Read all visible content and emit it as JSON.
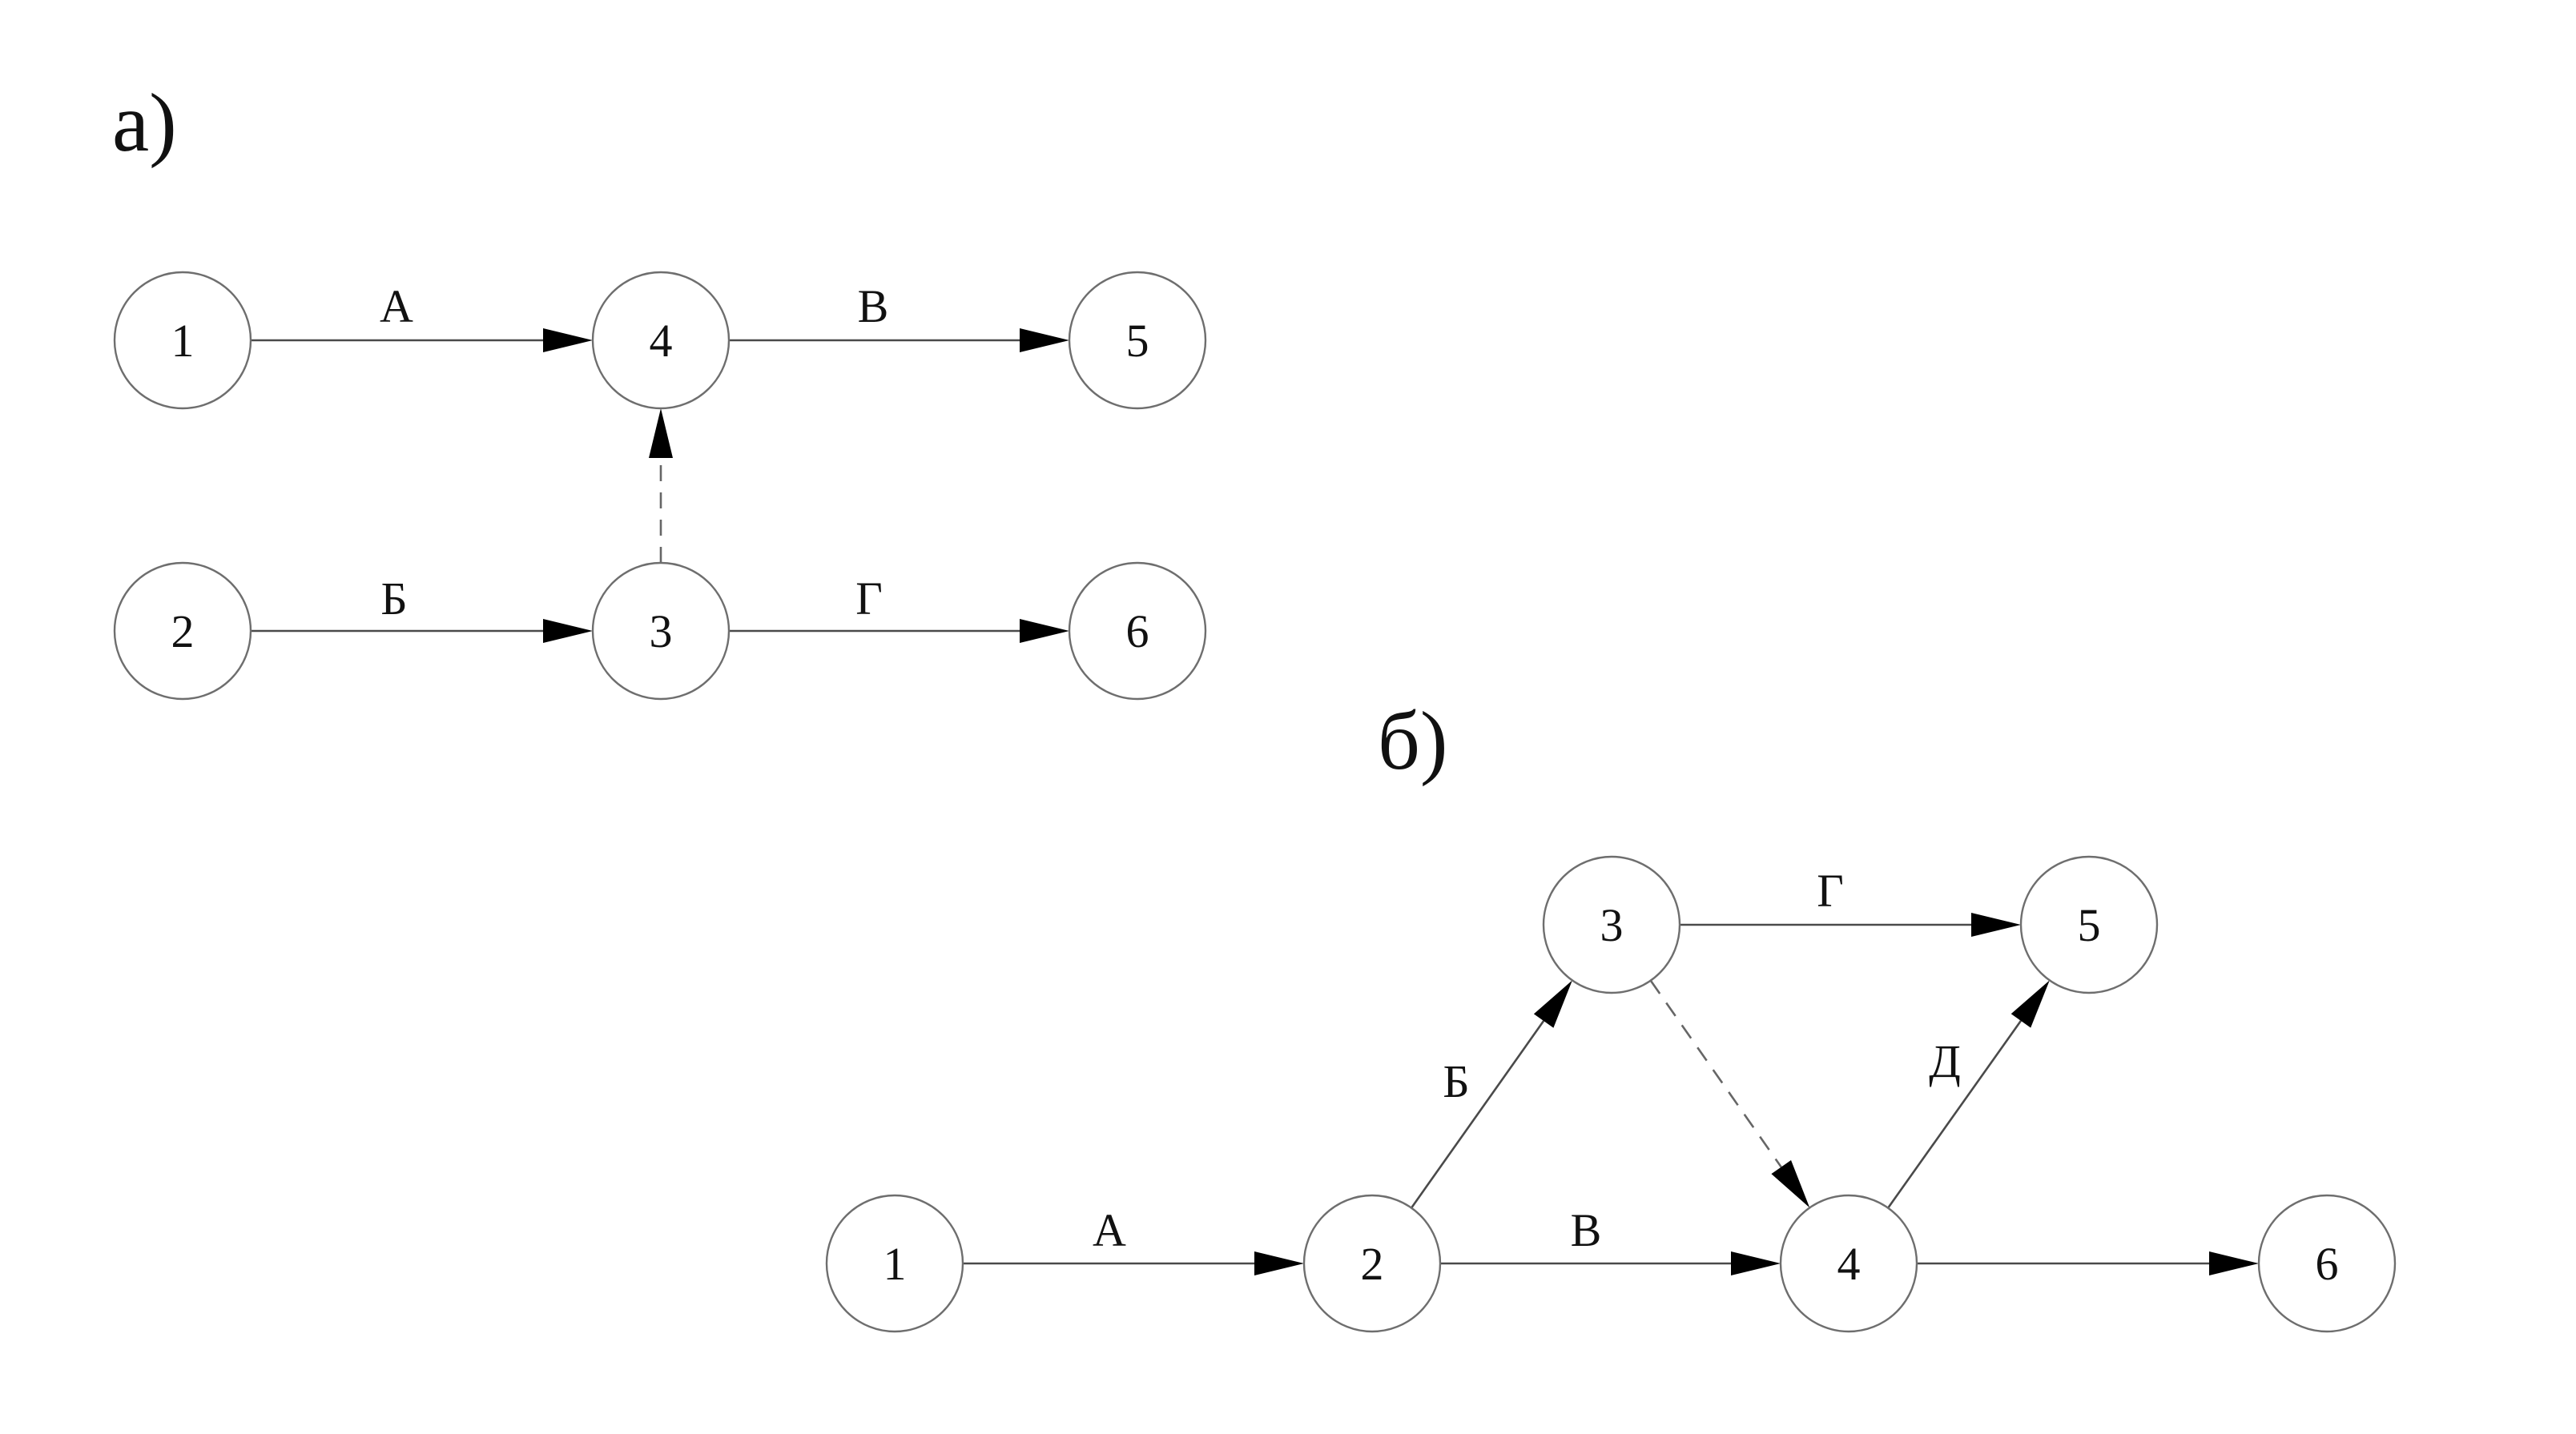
{
  "diagram_a": {
    "label": "а)",
    "nodes": [
      {
        "id": "1",
        "label": "1"
      },
      {
        "id": "4",
        "label": "4"
      },
      {
        "id": "5",
        "label": "5"
      },
      {
        "id": "2",
        "label": "2"
      },
      {
        "id": "3",
        "label": "3"
      },
      {
        "id": "6",
        "label": "6"
      }
    ],
    "edges": [
      {
        "from": "1",
        "to": "4",
        "label": "А",
        "dashed": false
      },
      {
        "from": "4",
        "to": "5",
        "label": "В",
        "dashed": false
      },
      {
        "from": "2",
        "to": "3",
        "label": "Б",
        "dashed": false
      },
      {
        "from": "3",
        "to": "6",
        "label": "Г",
        "dashed": false
      },
      {
        "from": "3",
        "to": "4",
        "label": "",
        "dashed": true
      }
    ]
  },
  "diagram_b": {
    "label": "б)",
    "nodes": [
      {
        "id": "1",
        "label": "1"
      },
      {
        "id": "2",
        "label": "2"
      },
      {
        "id": "3",
        "label": "3"
      },
      {
        "id": "4",
        "label": "4"
      },
      {
        "id": "5",
        "label": "5"
      },
      {
        "id": "6",
        "label": "6"
      }
    ],
    "edges": [
      {
        "from": "1",
        "to": "2",
        "label": "А",
        "dashed": false
      },
      {
        "from": "2",
        "to": "3",
        "label": "Б",
        "dashed": false
      },
      {
        "from": "2",
        "to": "4",
        "label": "В",
        "dashed": false
      },
      {
        "from": "3",
        "to": "5",
        "label": "Г",
        "dashed": false
      },
      {
        "from": "4",
        "to": "5",
        "label": "Д",
        "dashed": false
      },
      {
        "from": "3",
        "to": "4",
        "label": "",
        "dashed": true
      },
      {
        "from": "4",
        "to": "6",
        "label": "",
        "dashed": false
      }
    ]
  }
}
